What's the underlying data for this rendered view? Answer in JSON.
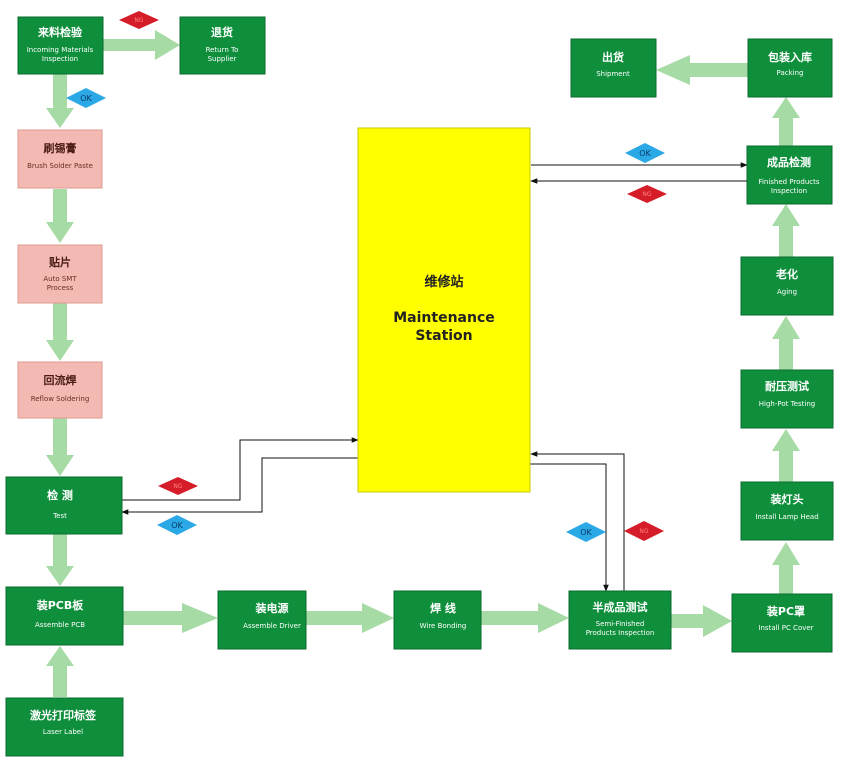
{
  "colors": {
    "green": "#0f8f3c",
    "pink": "#f3b9b3",
    "yellow": "#ffff00",
    "arrow": "#a7dba5",
    "ok": "#2aa9e6",
    "ng": "#d51d2a",
    "line": "#111111"
  },
  "nodes": {
    "incoming": {
      "cn": "来料检验",
      "en1": "Incoming Materials",
      "en2": "Inspection"
    },
    "return": {
      "cn": "退货",
      "en1": "Return To",
      "en2": "Supplier"
    },
    "brush": {
      "cn": "刷锡膏",
      "en1": "Brush Solder Paste"
    },
    "smt": {
      "cn": "贴片",
      "en1": "Auto SMT",
      "en2": "Process"
    },
    "reflow": {
      "cn": "回流焊",
      "en1": "Reflow Soldering"
    },
    "test": {
      "cn": "检 测",
      "en1": "Test"
    },
    "pcb": {
      "cn": "装PCB板",
      "en1": "Assemble PCB"
    },
    "laser": {
      "cn": "激光打印标签",
      "en1": "Laser Label"
    },
    "driver": {
      "cn": "装电源",
      "en1": "Assemble Driver"
    },
    "wire": {
      "cn": "焊 线",
      "en1": "Wire Bonding"
    },
    "semi": {
      "cn": "半成品测试",
      "en1": "Semi-Finished",
      "en2": "Products Inspection"
    },
    "pccover": {
      "cn": "装PC罩",
      "en1": "Install PC Cover"
    },
    "lamphead": {
      "cn": "装灯头",
      "en1": "Install Lamp Head"
    },
    "hipot": {
      "cn": "耐压测试",
      "en1": "High-Pot Testing"
    },
    "aging": {
      "cn": "老化",
      "en1": "Aging"
    },
    "finished": {
      "cn": "成品检测",
      "en1": "Finished Products",
      "en2": "Inspection"
    },
    "packing": {
      "cn": "包装入库",
      "en1": "Packing"
    },
    "shipment": {
      "cn": "出货",
      "en1": "Shipment"
    }
  },
  "maintenance": {
    "cn": "维修站",
    "en1": "Maintenance",
    "en2": "Station"
  },
  "badges": {
    "ok": "OK",
    "ng": "NG"
  }
}
